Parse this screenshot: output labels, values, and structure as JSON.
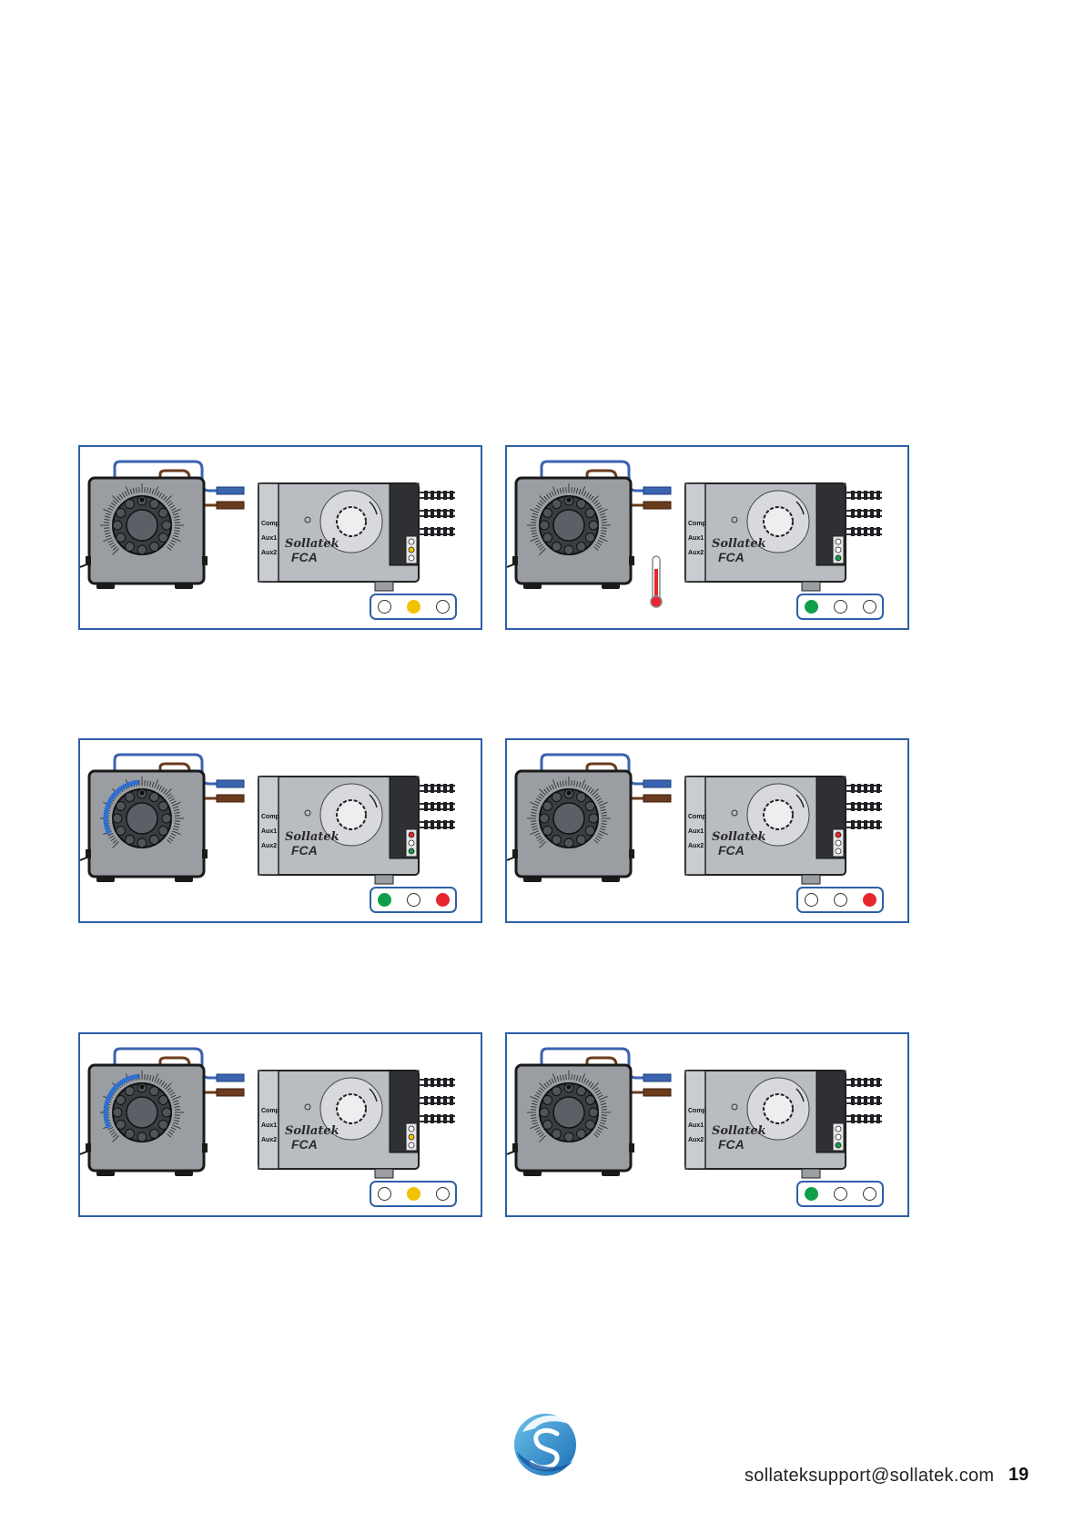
{
  "panels": [
    {
      "id": "panel-1",
      "thermometer": false,
      "arc": false,
      "leds": [
        "off",
        "yellow",
        "off"
      ],
      "fca_leds": [
        "off",
        "yellow",
        "off"
      ]
    },
    {
      "id": "panel-2",
      "thermometer": true,
      "arc": false,
      "leds": [
        "green",
        "off",
        "off"
      ],
      "fca_leds": [
        "off",
        "off",
        "green"
      ]
    },
    {
      "id": "panel-3",
      "thermometer": false,
      "arc": true,
      "leds": [
        "green",
        "off",
        "red"
      ],
      "fca_leds": [
        "red",
        "off",
        "green"
      ]
    },
    {
      "id": "panel-4",
      "thermometer": false,
      "arc": false,
      "leds": [
        "off",
        "off",
        "red"
      ],
      "fca_leds": [
        "red",
        "off",
        "off"
      ]
    },
    {
      "id": "panel-5",
      "thermometer": false,
      "arc": true,
      "leds": [
        "off",
        "yellow",
        "off"
      ],
      "fca_leds": [
        "off",
        "yellow",
        "off"
      ]
    },
    {
      "id": "panel-6",
      "thermometer": false,
      "arc": false,
      "leds": [
        "green",
        "off",
        "off"
      ],
      "fca_leds": [
        "off",
        "off",
        "green"
      ]
    }
  ],
  "device_labels": {
    "comp": "Comp",
    "aux1": "Aux1",
    "aux2": "Aux2",
    "brand": "Sollatek",
    "model": "FCA"
  },
  "colors": {
    "frame": "#2f5fa8",
    "wire_blue": "#3a63b0",
    "wire_brown": "#6b3b1e",
    "green": "#0f9f4a",
    "yellow": "#f2c100",
    "red": "#e8262e"
  },
  "footer": {
    "email": "sollateksupport@sollatek.com",
    "page_number": "19"
  }
}
